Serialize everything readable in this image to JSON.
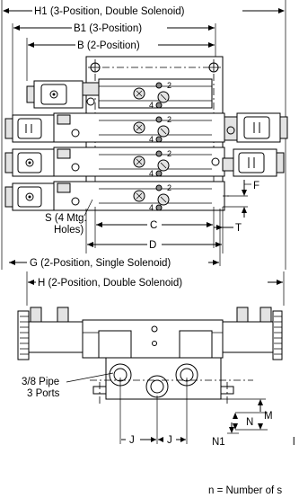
{
  "dimensions": {
    "h1": "H1 (3-Position, Double Solenoid)",
    "b1": "B1 (3-Position)",
    "b": "B (2-Position)",
    "f": "F",
    "s_line1": "S (4 Mtg.",
    "s_line2": "Holes)",
    "c": "C",
    "t": "T",
    "d": "D",
    "g": "G (2-Position, Single Solenoid)",
    "h": "H (2-Position, Double Solenoid)",
    "pipe_line1": "3/8 Pipe",
    "pipe_line2": "3 Ports",
    "n": "N",
    "m": "M",
    "j_left": "J",
    "j_right": "J",
    "n1": "N1",
    "cut_l": "l",
    "footnote": "n = Number of s"
  },
  "port_labels": {
    "two": "2",
    "four": "4"
  },
  "icons": {
    "solenoid": "solenoid-coil-icon",
    "mounting_hole": "mounting-hole-icon",
    "port_knob": "port-knob-icon"
  }
}
